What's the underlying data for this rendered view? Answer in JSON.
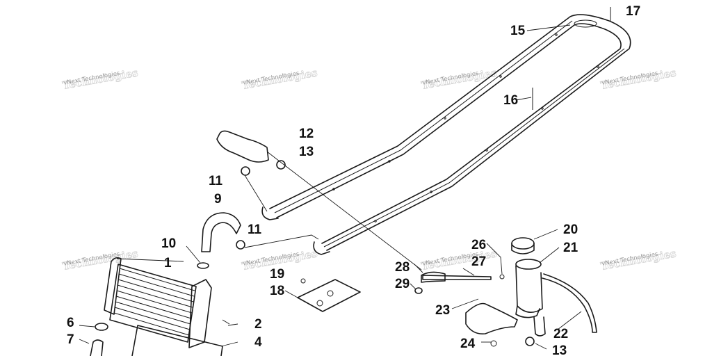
{
  "watermark": {
    "text": "vNext Technologies"
  },
  "callouts": [
    {
      "label": "1"
    },
    {
      "label": "2"
    },
    {
      "label": "4"
    },
    {
      "label": "6"
    },
    {
      "label": "7"
    },
    {
      "label": "9"
    },
    {
      "label": "10"
    },
    {
      "label": "11"
    },
    {
      "label": "11"
    },
    {
      "label": "12"
    },
    {
      "label": "13"
    },
    {
      "label": "13"
    },
    {
      "label": "15"
    },
    {
      "label": "16"
    },
    {
      "label": "17"
    },
    {
      "label": "18"
    },
    {
      "label": "19"
    },
    {
      "label": "20"
    },
    {
      "label": "21"
    },
    {
      "label": "22"
    },
    {
      "label": "23"
    },
    {
      "label": "24"
    },
    {
      "label": "26"
    },
    {
      "label": "27"
    },
    {
      "label": "28"
    },
    {
      "label": "29"
    }
  ]
}
